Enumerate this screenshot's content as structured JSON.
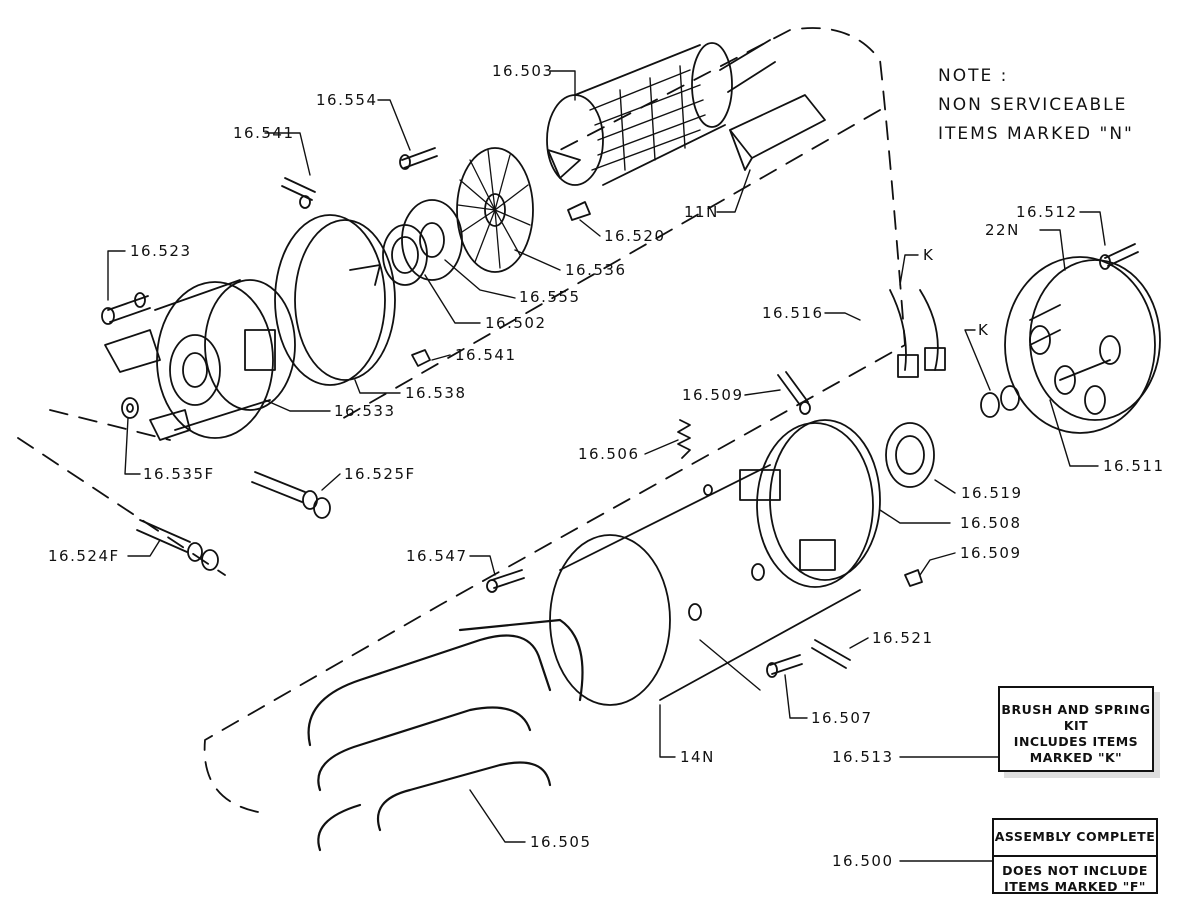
{
  "note": {
    "line1": "NOTE :",
    "line2": "NON SERVICEABLE",
    "line3": "ITEMS MARKED \"N\""
  },
  "labels": {
    "l16_503": "16.503",
    "l16_554": "16.554",
    "l16_541a": "16.541",
    "l11n": "11N",
    "l16_520": "16.520",
    "l16_536": "16.536",
    "l16_555": "16.555",
    "l16_502": "16.502",
    "l16_541b": "16.541",
    "l16_538": "16.538",
    "l16_533": "16.533",
    "l16_523": "16.523",
    "l16_535f": "16.535F",
    "l16_525f": "16.525F",
    "l16_524f": "16.524F",
    "l16_512": "16.512",
    "l22n": "22N",
    "lk1": "K",
    "lk2": "K",
    "l16_516": "16.516",
    "l16_509a": "16.509",
    "l16_506": "16.506",
    "l16_511": "16.511",
    "l16_519": "16.519",
    "l16_508": "16.508",
    "l16_509b": "16.509",
    "l16_547": "16.547",
    "l16_521": "16.521",
    "l16_507": "16.507",
    "l14n": "14N",
    "l16_513": "16.513",
    "l16_505": "16.505",
    "l16_500": "16.500"
  },
  "kit_box": {
    "line1": "BRUSH AND SPRING",
    "line2": "KIT",
    "line3": "INCLUDES ITEMS",
    "line4": "MARKED \"K\""
  },
  "assembly_box": {
    "line1": "ASSEMBLY COMPLETE",
    "line2": "DOES NOT INCLUDE",
    "line3": "ITEMS MARKED \"F\""
  }
}
